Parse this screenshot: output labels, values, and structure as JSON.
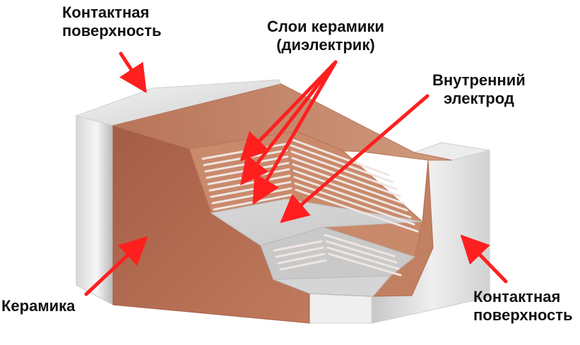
{
  "labels": {
    "contact_top": {
      "line1": "Контактная",
      "line2": "поверхность"
    },
    "ceramic_layers": {
      "line1": "Слои керамики",
      "line2": "(диэлектрик)"
    },
    "inner_electrode": {
      "line1": "Внутренний",
      "line2": "электрод"
    },
    "ceramic": {
      "line1": "Керамика"
    },
    "contact_bottom": {
      "line1": "Контактная",
      "line2": "поверхность"
    }
  },
  "colors": {
    "arrow": "#ff1f1f",
    "ceramic_front": "#b46a4f",
    "ceramic_top": "#c7896b",
    "electrode_stripe": "#efe6e2",
    "metal_light": "#f2f2f2",
    "metal_dark": "#bdbdbd",
    "text": "#111111"
  }
}
